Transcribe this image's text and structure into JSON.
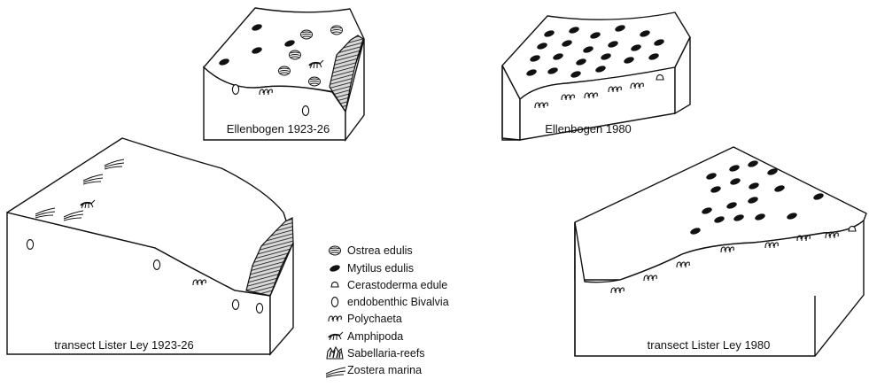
{
  "blocks": [
    {
      "id": "ellenbogen-1923",
      "label": "Ellenbogen 1923-26"
    },
    {
      "id": "ellenbogen-1980",
      "label": "Ellenbogen 1980"
    },
    {
      "id": "lister-1923",
      "label": "transect Lister Ley  1923-26"
    },
    {
      "id": "lister-1980",
      "label": "transect Lister Ley  1980"
    }
  ],
  "legend": [
    {
      "icon": "oyster-icon",
      "label": "Ostrea edulis"
    },
    {
      "icon": "mussel-icon",
      "label": "Mytilus edulis"
    },
    {
      "icon": "cockle-icon",
      "label": "Cerastoderma edule"
    },
    {
      "icon": "bivalve-icon",
      "label": "endobenthic Bivalvia"
    },
    {
      "icon": "polychaete-icon",
      "label": "Polychaeta"
    },
    {
      "icon": "amphipod-icon",
      "label": "Amphipoda"
    },
    {
      "icon": "reef-icon",
      "label": "Sabellaria-reefs"
    },
    {
      "icon": "seagrass-icon",
      "label": "Zostera marina"
    }
  ]
}
